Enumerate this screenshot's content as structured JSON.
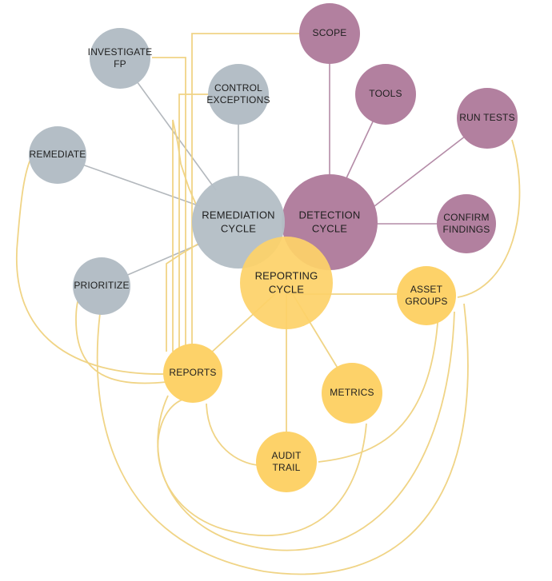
{
  "colors": {
    "remediation": "#b4bec6",
    "detection": "#b2809f",
    "reporting": "#fdd269",
    "grey_edge": "#b3b8bd",
    "purple_edge": "#b48ba7",
    "yellow_edge": "#f0d486"
  },
  "nodes": {
    "remediation_cycle": [
      "REMEDIATION",
      "CYCLE"
    ],
    "detection_cycle": [
      "DETECTION",
      "CYCLE"
    ],
    "reporting_cycle": [
      "REPORTING",
      "CYCLE"
    ],
    "investigate_fp": [
      "INVESTIGATE",
      "FP"
    ],
    "control_exceptions": [
      "CONTROL",
      "EXCEPTIONS"
    ],
    "remediate": [
      "REMEDIATE"
    ],
    "prioritize": [
      "PRIORITIZE"
    ],
    "scope": [
      "SCOPE"
    ],
    "tools": [
      "TOOLS"
    ],
    "run_tests": [
      "RUN TESTS"
    ],
    "confirm_findings": [
      "CONFIRM",
      "FINDINGS"
    ],
    "asset_groups": [
      "ASSET",
      "GROUPS"
    ],
    "reports": [
      "REPORTS"
    ],
    "metrics": [
      "METRICS"
    ],
    "audit_trail": [
      "AUDIT",
      "TRAIL"
    ]
  }
}
